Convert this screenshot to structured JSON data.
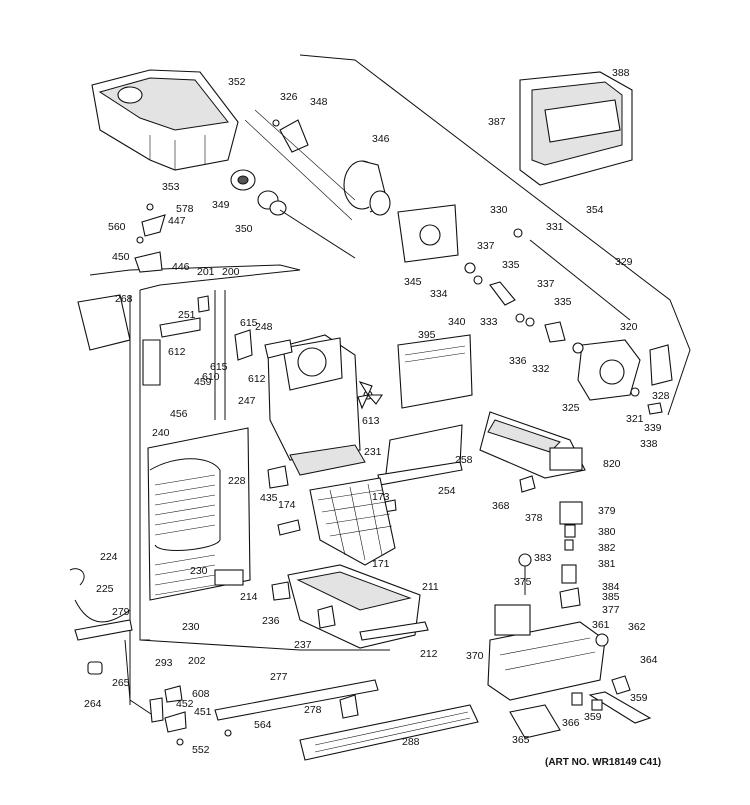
{
  "art_number": "(ART NO. WR18149 C41)",
  "labels": [
    "352",
    "326",
    "348",
    "346",
    "353",
    "349",
    "350",
    "578",
    "447",
    "560",
    "450",
    "446",
    "201",
    "200",
    "268",
    "251",
    "615",
    "248",
    "612",
    "615",
    "610",
    "612",
    "459",
    "456",
    "247",
    "613",
    "240",
    "228",
    "231",
    "435",
    "174",
    "258",
    "254",
    "173",
    "171",
    "224",
    "225",
    "279",
    "230",
    "214",
    "230",
    "236",
    "211",
    "237",
    "212",
    "293",
    "202",
    "265",
    "264",
    "608",
    "452",
    "451",
    "552",
    "277",
    "564",
    "278",
    "288",
    "388",
    "387",
    "354",
    "330",
    "331",
    "345",
    "334",
    "337",
    "335",
    "329",
    "340",
    "333",
    "337",
    "335",
    "336",
    "332",
    "320",
    "395",
    "325",
    "328",
    "321",
    "339",
    "338",
    "820",
    "368",
    "378",
    "379",
    "380",
    "382",
    "381",
    "383",
    "375",
    "384",
    "385",
    "377",
    "361",
    "362",
    "370",
    "364",
    "359",
    "365",
    "366",
    "359"
  ]
}
